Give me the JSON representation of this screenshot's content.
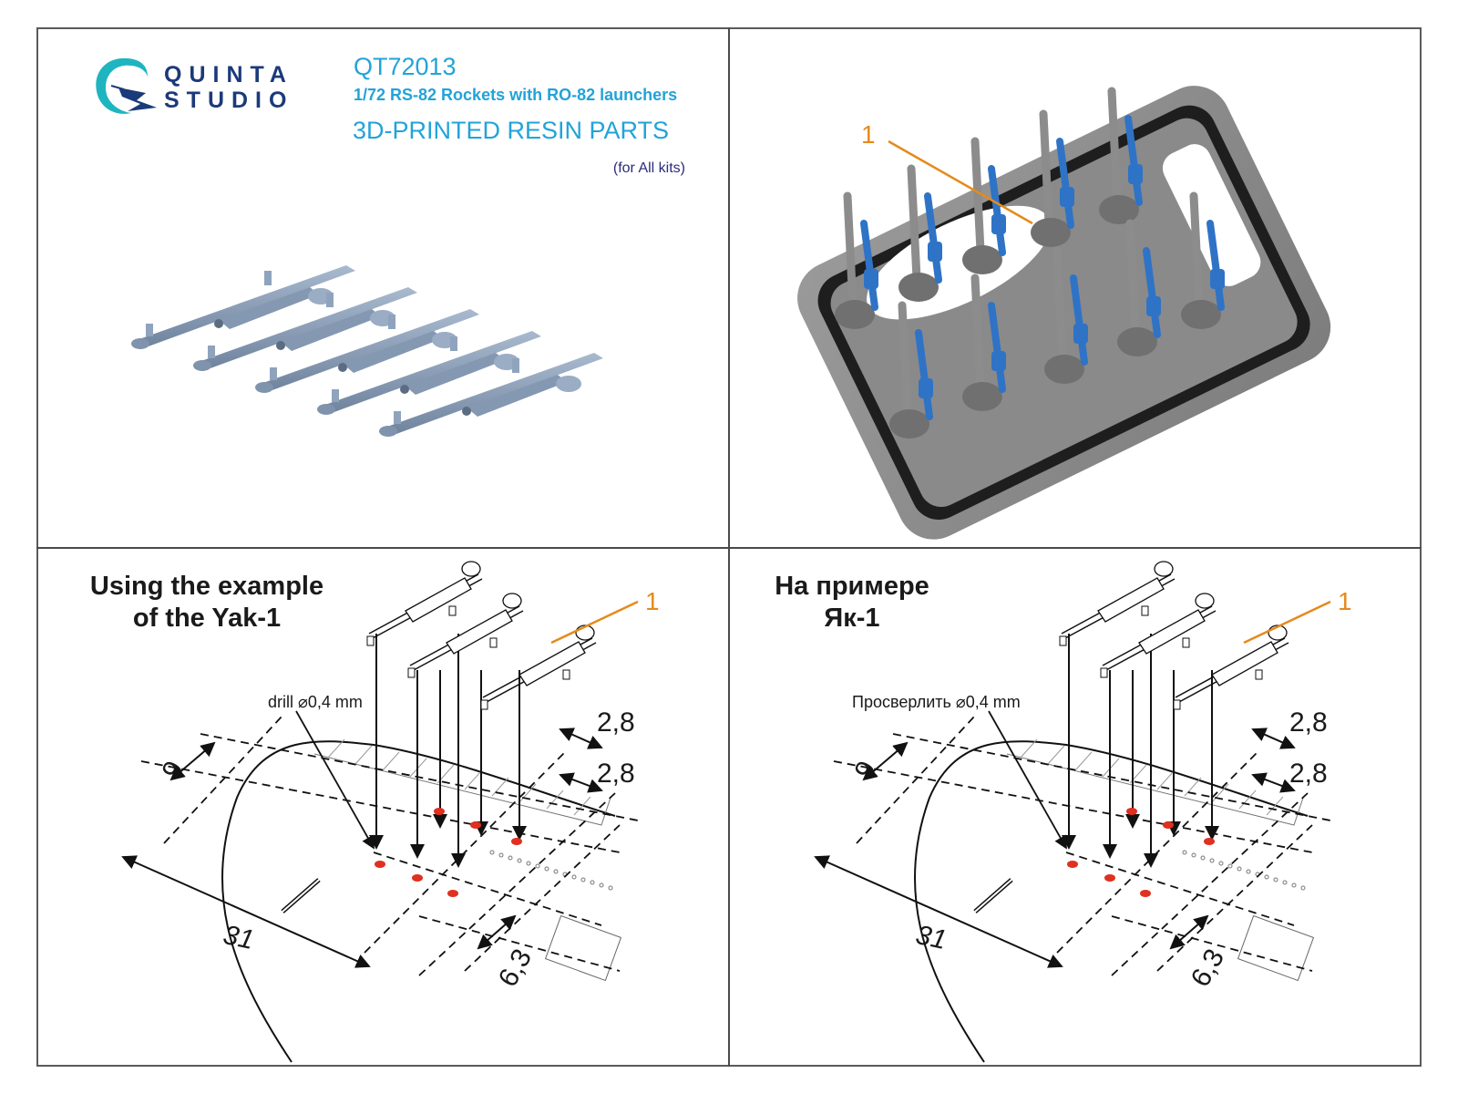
{
  "brand": {
    "name_line1": "QUINTA",
    "name_line2": "STUDIO",
    "logo_icon": "quinta-q-swoosh-logo",
    "colors": {
      "teal": "#1fb5c0",
      "navy": "#1b3a7a"
    }
  },
  "product": {
    "code": "QT72013",
    "subtitle": "1/72  RS-82 Rockets with RO-82 launchers",
    "type": "3D-PRINTED RESIN PARTS",
    "compatibility": "(for All kits)",
    "accent_color": "#22a3d8"
  },
  "render_panel": {
    "part_count": 5,
    "part_color": "#8fa3bd"
  },
  "print_tray_panel": {
    "callout_number": "1",
    "callout_color": "#e58a1c",
    "part_color": "#2f73c6",
    "support_color": "#8c8c8c"
  },
  "instructions": [
    {
      "lang": "en",
      "heading_line1": "Using the example",
      "heading_line2": "of the Yak-1",
      "drill_text": "drill",
      "drill_size": "⌀0,4 mm",
      "callout_number": "1",
      "dimensions": {
        "span": "31",
        "chord": "9",
        "spacing1": "2,8",
        "spacing2": "2,8",
        "offset": "6,3"
      }
    },
    {
      "lang": "ru",
      "heading_line1": "На примере",
      "heading_line2": "Як-1",
      "drill_text": "Просверлить",
      "drill_size": "⌀0,4 mm",
      "callout_number": "1",
      "dimensions": {
        "span": "31",
        "chord": "9",
        "spacing1": "2,8",
        "spacing2": "2,8",
        "offset": "6,3"
      }
    }
  ],
  "drill_mark_color": "#e03020"
}
